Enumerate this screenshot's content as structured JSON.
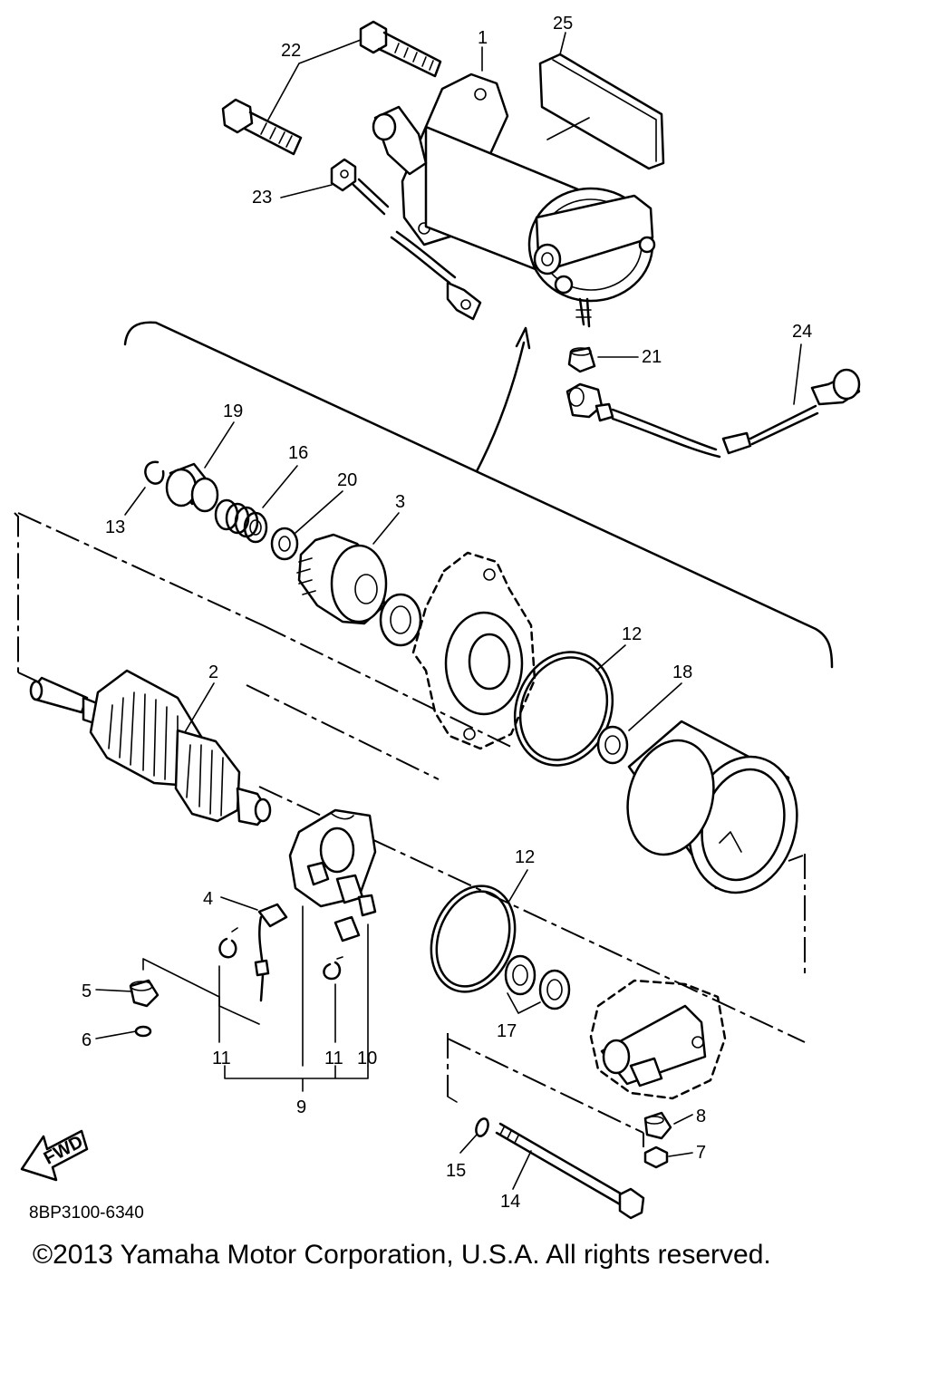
{
  "diagram": {
    "labels": {
      "p1": "1",
      "p2": "2",
      "p3": "3",
      "p4": "4",
      "p5": "5",
      "p6": "6",
      "p7": "7",
      "p8": "8",
      "p9": "9",
      "p10": "10",
      "p11a": "11",
      "p11b": "11",
      "p12a": "12",
      "p12b": "12",
      "p13": "13",
      "p14": "14",
      "p15": "15",
      "p16": "16",
      "p17": "17",
      "p18": "18",
      "p19": "19",
      "p20": "20",
      "p21": "21",
      "p22": "22",
      "p23": "23",
      "p24": "24",
      "p25": "25"
    },
    "fwd_label": "FWD",
    "part_code": "8BP3100-6340",
    "copyright": "©2013 Yamaha Motor Corporation, U.S.A. All rights reserved."
  }
}
